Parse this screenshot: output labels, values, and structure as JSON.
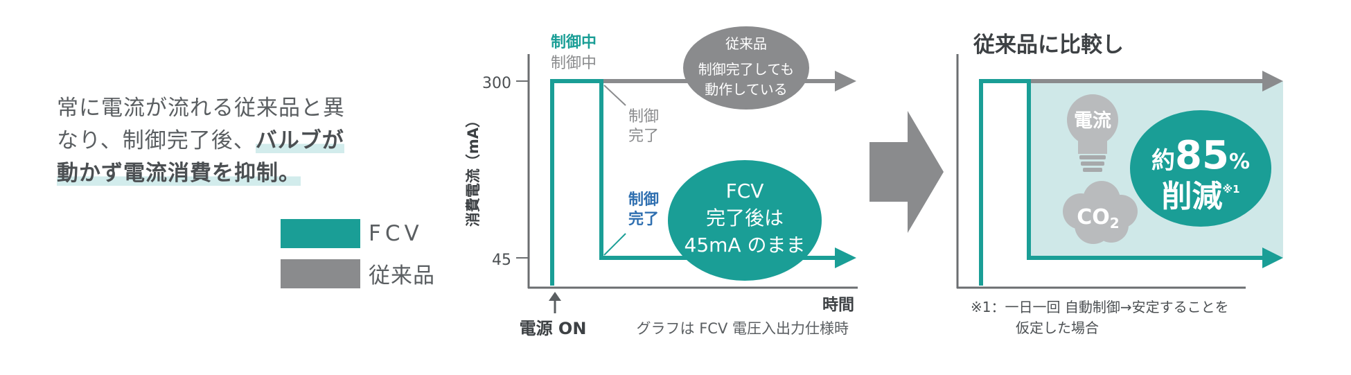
{
  "intro": {
    "line1": "常に電流が流れる従来品と異",
    "line2_plain": "なり、制御完了後、",
    "line2_bold": "バルブが",
    "line3_bold": "動かず電流消費を抑制。"
  },
  "legend": [
    {
      "label": "FCV",
      "color": "#1a9e96"
    },
    {
      "label": "従来品",
      "color": "#8a8b8d"
    }
  ],
  "colors": {
    "teal": "#1a9e96",
    "gray": "#8a8b8d",
    "blue": "#2f6fb0",
    "light_teal": "#cfe8e8",
    "arrow": "#8a8b8d"
  },
  "chart_data": [
    {
      "type": "line",
      "ylabel": "消費電流（mA）",
      "xlabel": "時間",
      "yticks": [
        300,
        45
      ],
      "x_marker": "電源 ON",
      "footnote": "グラフは FCV 電圧入出力仕様時",
      "series": [
        {
          "name": "FCV",
          "points": [
            [
              "start",
              0
            ],
            [
              "電源 ON",
              300
            ],
            [
              "制御完了",
              45
            ],
            [
              "end",
              45
            ]
          ]
        },
        {
          "name": "従来品",
          "points": [
            [
              "start",
              0
            ],
            [
              "電源 ON",
              300
            ],
            [
              "制御完了",
              300
            ],
            [
              "end",
              300
            ]
          ]
        }
      ],
      "annotations": {
        "control_fcv": "制御中",
        "control_conv": "制御中",
        "complete_conv_1": "制御",
        "complete_conv_2": "完了",
        "complete_fcv_1": "制御",
        "complete_fcv_2": "完了",
        "conv_bubble": [
          "従来品",
          "制御完了しても",
          "動作している"
        ],
        "fcv_bubble": [
          "FCV",
          "完了後は",
          "45mA のまま"
        ]
      }
    },
    {
      "type": "area",
      "title": "従来品に比較し",
      "series": [
        {
          "name": "従来品",
          "values": [
            300
          ]
        },
        {
          "name": "FCV",
          "values": [
            45
          ]
        }
      ],
      "icons": [
        "lightbulb-icon",
        "cloud-icon"
      ],
      "icon_labels": {
        "bulb": "電流",
        "co2_main": "CO",
        "co2_sub": "2"
      },
      "badge": {
        "prefix": "約",
        "value": "85",
        "unit": "%",
        "word": "削減",
        "mark": "※1"
      },
      "footnote": [
        "※1：一日一回 自動制御→安定することを",
        "仮定した場合"
      ]
    }
  ]
}
